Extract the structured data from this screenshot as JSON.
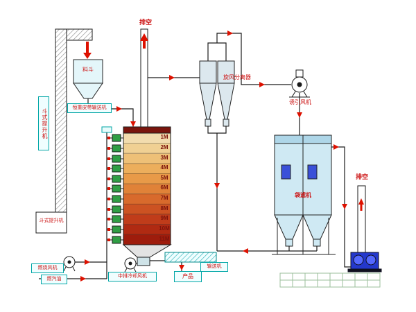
{
  "labels": {
    "vent_top": "排空",
    "vent_right": "排空",
    "hopper": "料斗",
    "feed_conveyor": "恒重皮带输送机",
    "bucket_elevator_side": "斗式提升机",
    "bucket_elevator_boot": "斗式提升机",
    "cyclone_separator": "旋风分离器",
    "induced_draft_fan": "诱引风机",
    "bag_filter": "袋滤机",
    "combustion_fan": "燃烧风机",
    "fuel_oil": "燃汽油",
    "cooling_fan": "中排冷却风机",
    "product": "产品",
    "discharge_conveyor": "输送机"
  },
  "tower": {
    "levels": [
      "1M",
      "2M",
      "3M",
      "4M",
      "5M",
      "6M",
      "7M",
      "8M",
      "9M",
      "10M",
      "11M"
    ]
  },
  "colors": {
    "label_red": "#cc1111",
    "box_cyan": "#00a6a6",
    "arrow_red": "#dd1100",
    "tower_top": "#f2dcae",
    "tower_bottom": "#9e1c0c",
    "valve_green": "#2f9e44",
    "bag_filter_blue": "#cfe9f3",
    "blower_blue": "#2438cc"
  }
}
